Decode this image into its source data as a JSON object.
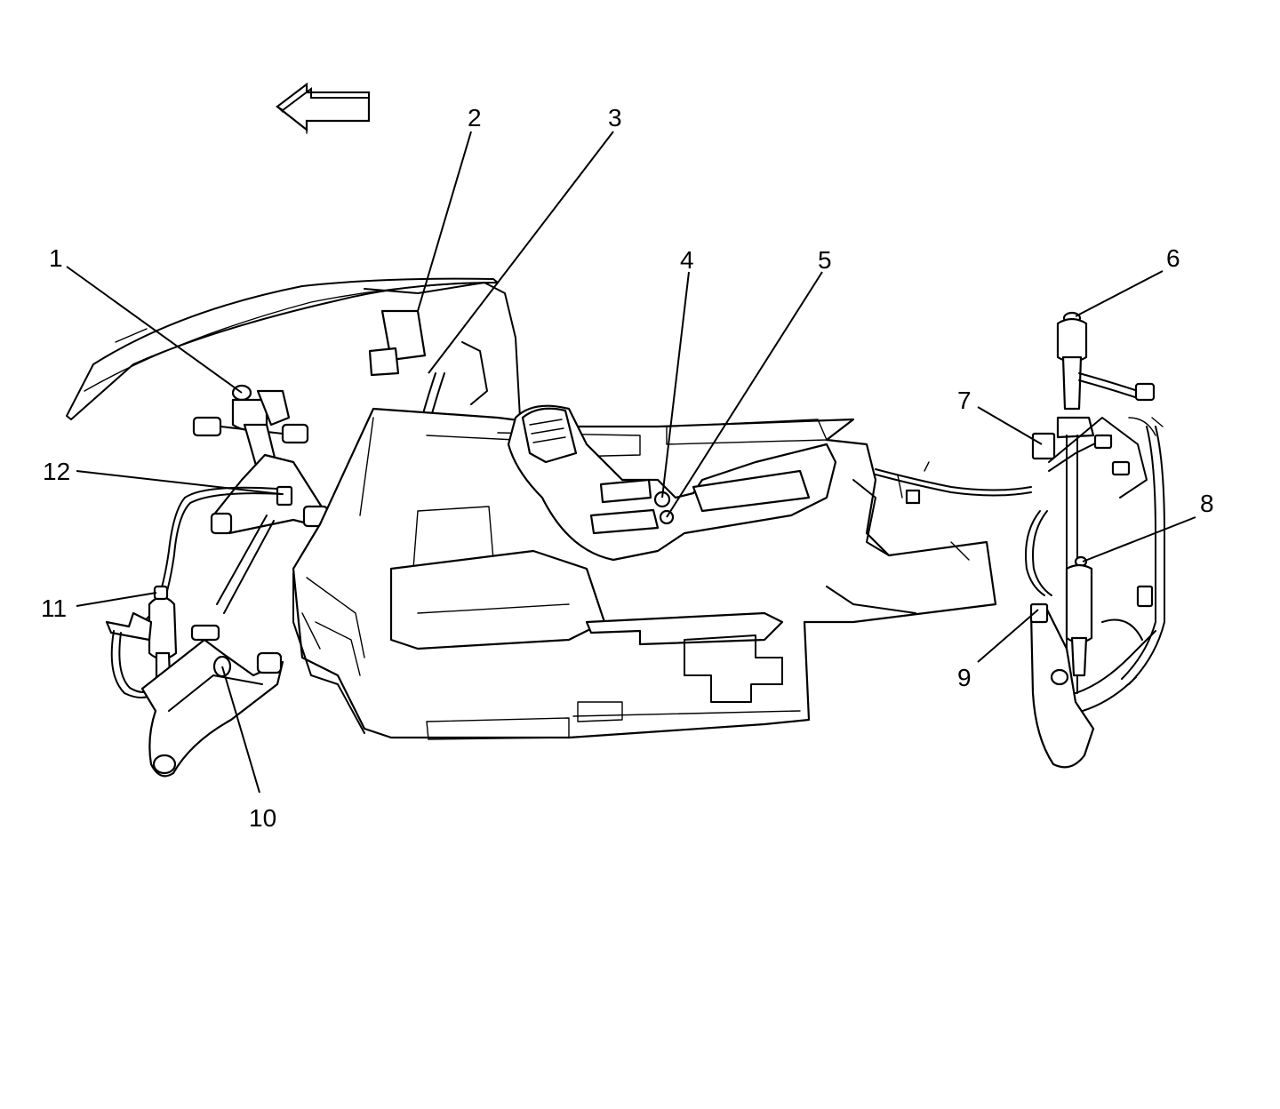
{
  "diagram": {
    "callouts": [
      "1",
      "2",
      "3",
      "4",
      "5",
      "6",
      "7",
      "8",
      "9",
      "10",
      "11",
      "12"
    ]
  }
}
